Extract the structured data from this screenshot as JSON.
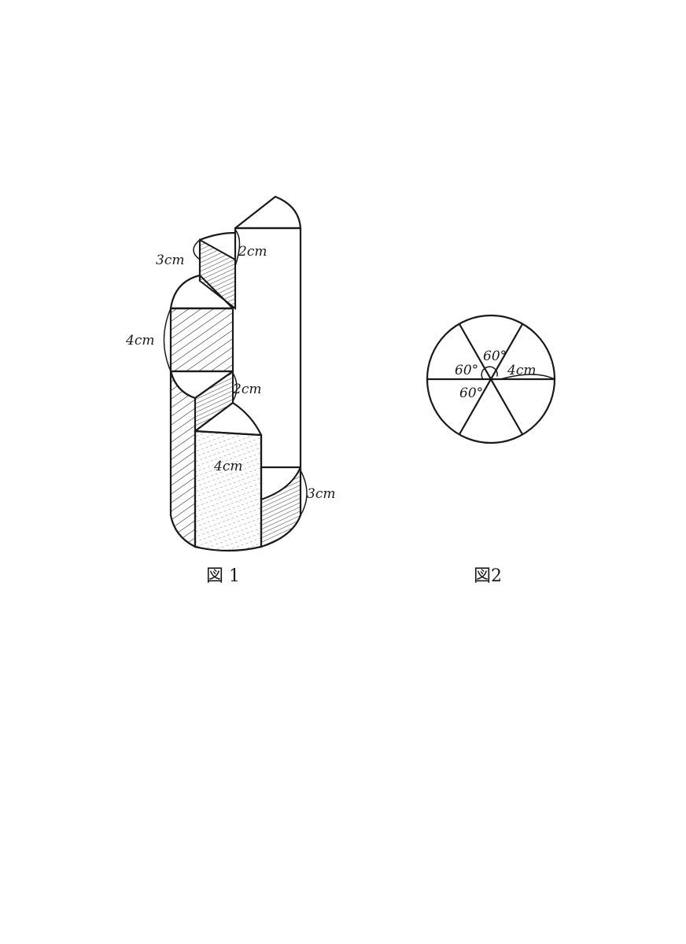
{
  "figure1": {
    "caption": "図 1",
    "labels": {
      "top_step_width": "3cm",
      "top_step_height": "2cm",
      "middle_block_height": "4cm",
      "middle_step_height": "2cm",
      "lower_block_height": "4cm",
      "bottom_step_height": "3cm"
    }
  },
  "figure2": {
    "caption": "図2",
    "labels": {
      "angle_top": "60°",
      "angle_left": "60°",
      "angle_bottom": "60°",
      "radius": "4cm"
    }
  }
}
